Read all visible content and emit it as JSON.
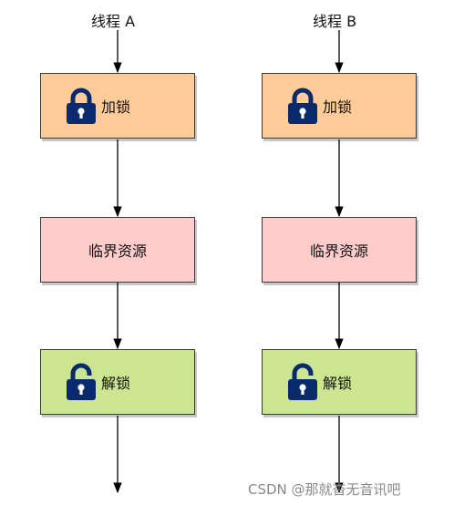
{
  "columns": [
    {
      "title": "线程 A",
      "steps": [
        "加锁",
        "临界资源",
        "解锁"
      ]
    },
    {
      "title": "线程 B",
      "steps": [
        "加锁",
        "临界资源",
        "解锁"
      ]
    }
  ],
  "colors": {
    "lock_fill": "#ffcc99",
    "critical_fill": "#ffcccc",
    "unlock_fill": "#cce591",
    "icon_color": "#0a2a6e"
  },
  "icons": {
    "lock": "padlock-closed-icon",
    "unlock": "padlock-open-icon"
  },
  "watermark": "CSDN @那就杳无音讯吧"
}
